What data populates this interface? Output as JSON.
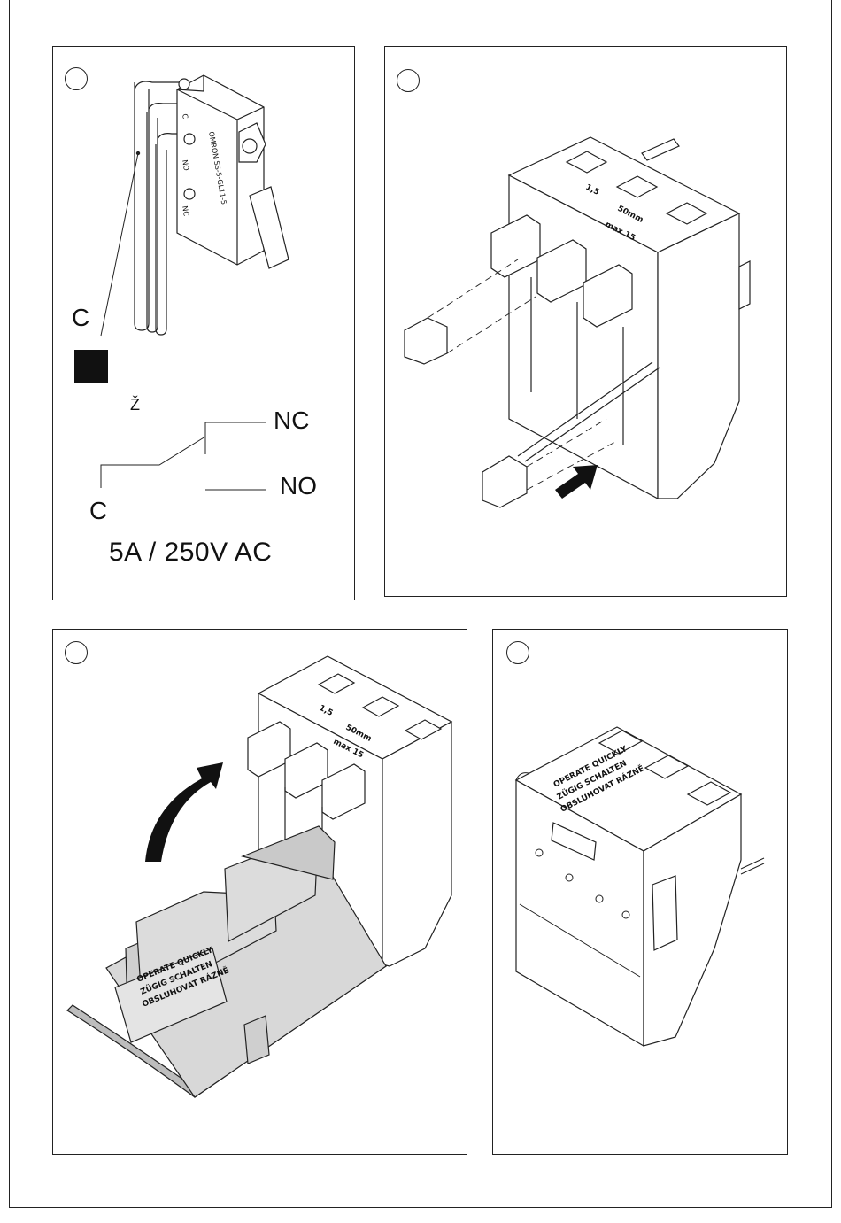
{
  "panel1": {
    "common_label_top": "C",
    "z_mark": "Ž",
    "nc_label": "NC",
    "no_label": "NO",
    "common_label_bottom": "C",
    "rating": "5A / 250V AC",
    "switch_marking": "OMRON SS-5-GL11-5",
    "terminal_c": "C",
    "terminal_no": "NO",
    "terminal_nc": "NC"
  },
  "panel2": {
    "cable_range": "1,5",
    "cable_max": "50mm",
    "cable_count": "max 15"
  },
  "panel3": {
    "cable_range": "1,5",
    "cable_max": "50mm",
    "cable_count": "max 15",
    "cover_line1": "OPERATE QUICKLY",
    "cover_line2": "ZÜGIG SCHALTEN",
    "cover_line3": "OBSLUHOVAT RÁZNĚ"
  },
  "panel4": {
    "cover_line1": "OPERATE QUICKLY",
    "cover_line2": "ZÜGIG SCHALTEN",
    "cover_line3": "OBSLUHOVAT RÁZNĚ"
  }
}
